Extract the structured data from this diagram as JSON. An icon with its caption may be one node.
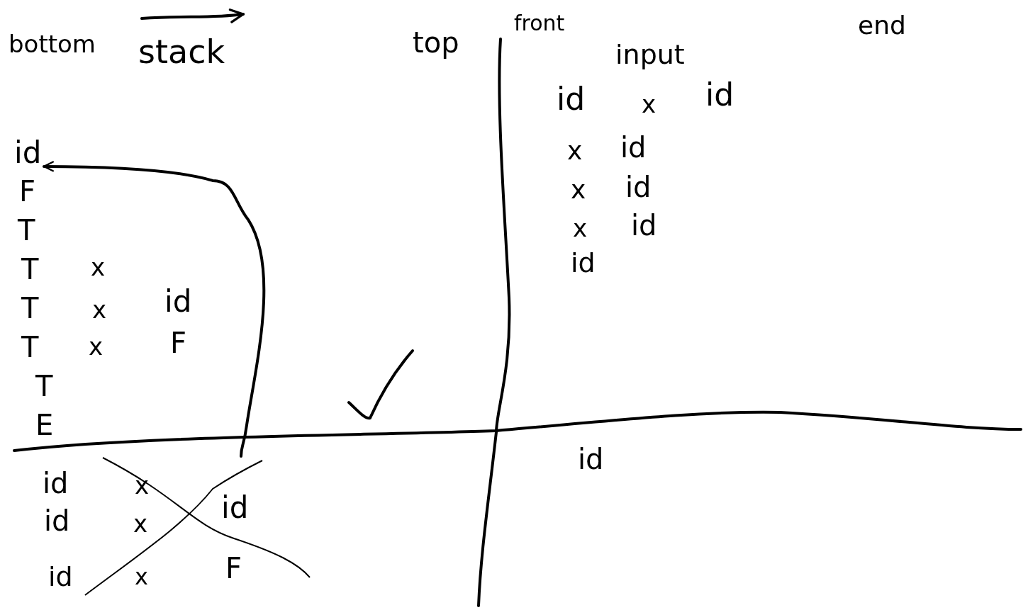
{
  "diagram": {
    "nodes": [
      {
        "text": [
          "id"
        ]
      },
      {
        "text": [],
        "shape": "cross"
      }
    ],
    "edges": [
      {
        "from": 1,
        "to": 0,
        "arrow": "to"
      }
    ],
    "labels": [
      "bottom",
      "stack",
      "top",
      "front",
      "end",
      "input",
      "id",
      "x",
      "id",
      "x",
      "id",
      "x",
      "id",
      "x",
      "id",
      "id",
      "F",
      "T",
      "T",
      "x",
      "T",
      "x",
      "id",
      "T",
      "x",
      "F",
      "T",
      "E",
      "id",
      "id",
      "x",
      "id",
      "x",
      "id",
      "id",
      "x",
      "F"
    ]
  }
}
